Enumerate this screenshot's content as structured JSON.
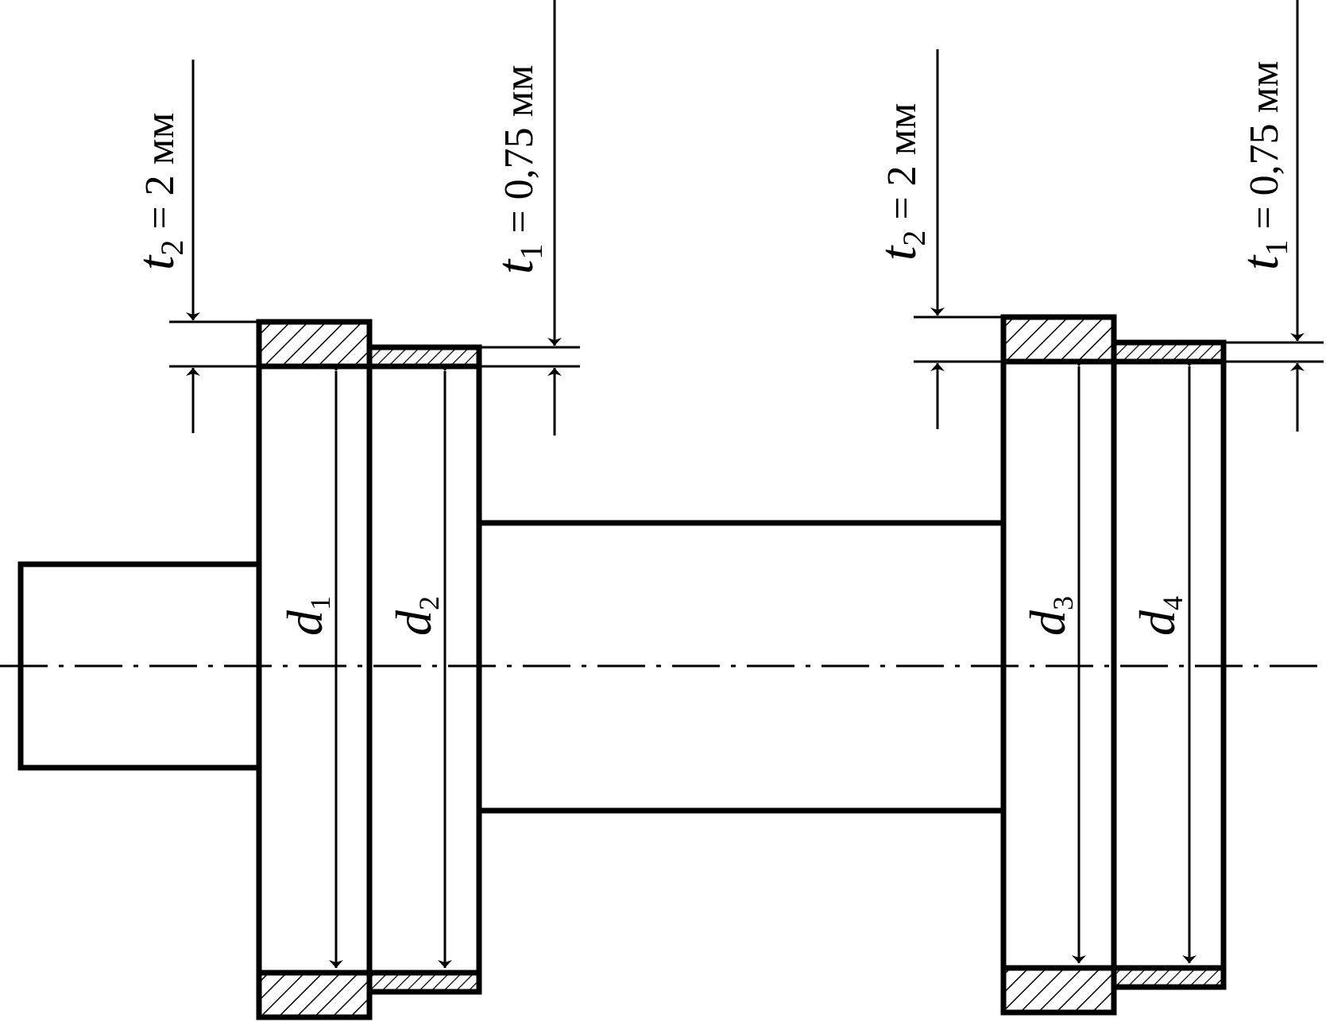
{
  "diagram": {
    "labels": {
      "d1": {
        "symbol": "d",
        "sub": "1"
      },
      "d2": {
        "symbol": "d",
        "sub": "2"
      },
      "d3": {
        "symbol": "d",
        "sub": "3"
      },
      "d4": {
        "symbol": "d",
        "sub": "4"
      },
      "t2_left": {
        "symbol": "t",
        "sub": "2",
        "rest": " = 2 мм"
      },
      "t1_left": {
        "symbol": "t",
        "sub": "1",
        "rest": " = 0,75 мм"
      },
      "t2_right": {
        "symbol": "t",
        "sub": "2",
        "rest": " = 2 мм"
      },
      "t1_right": {
        "symbol": "t",
        "sub": "1",
        "rest": " = 0,75 мм"
      }
    },
    "colors": {
      "ink": "#000000",
      "paper": "#ffffff"
    }
  }
}
